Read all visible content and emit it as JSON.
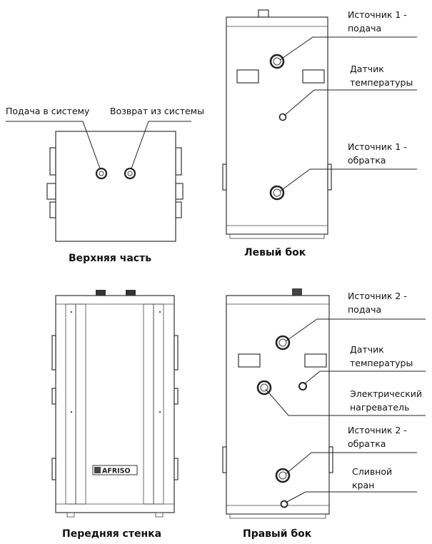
{
  "top_view": {
    "caption": "Верхняя часть",
    "supply_label": "Подача в систему",
    "return_label": "Возврат из системы"
  },
  "left_side": {
    "caption": "Левый бок",
    "source1_supply": [
      "Источник 1 -",
      "подача"
    ],
    "temp_sensor": [
      "Датчик",
      "температуры"
    ],
    "source1_return": [
      "Источник 1 -",
      "обратка"
    ]
  },
  "front_view": {
    "caption": "Передняя стенка",
    "logo_text": "AFRISO"
  },
  "right_side": {
    "caption": "Правый бок",
    "source2_supply": [
      "Источник 2 -",
      "подача"
    ],
    "temp_sensor": [
      "Датчик",
      "температуры"
    ],
    "heater": [
      "Электрический",
      "нагреватель"
    ],
    "source2_return": [
      "Источник 2 -",
      "обратка"
    ],
    "drain": [
      "Сливной",
      "кран"
    ]
  }
}
